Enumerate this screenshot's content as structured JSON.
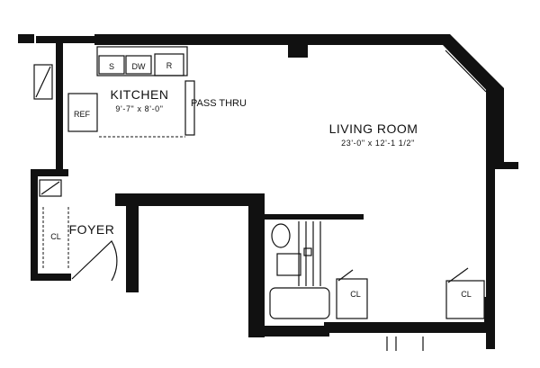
{
  "rooms": {
    "kitchen": {
      "name": "KITCHEN",
      "dimensions": "9'-7\" x 8'-0\""
    },
    "living_room": {
      "name": "LIVING ROOM",
      "dimensions": "23'-0\" x 12'-1 1/2\""
    },
    "foyer": {
      "name": "FOYER"
    }
  },
  "labels": {
    "pass_thru": "PASS THRU",
    "sink": "S",
    "dishwasher": "DW",
    "range": "R",
    "refrigerator": "REF",
    "closet_foyer": "CL",
    "closet_middle": "CL",
    "closet_right": "CL"
  }
}
